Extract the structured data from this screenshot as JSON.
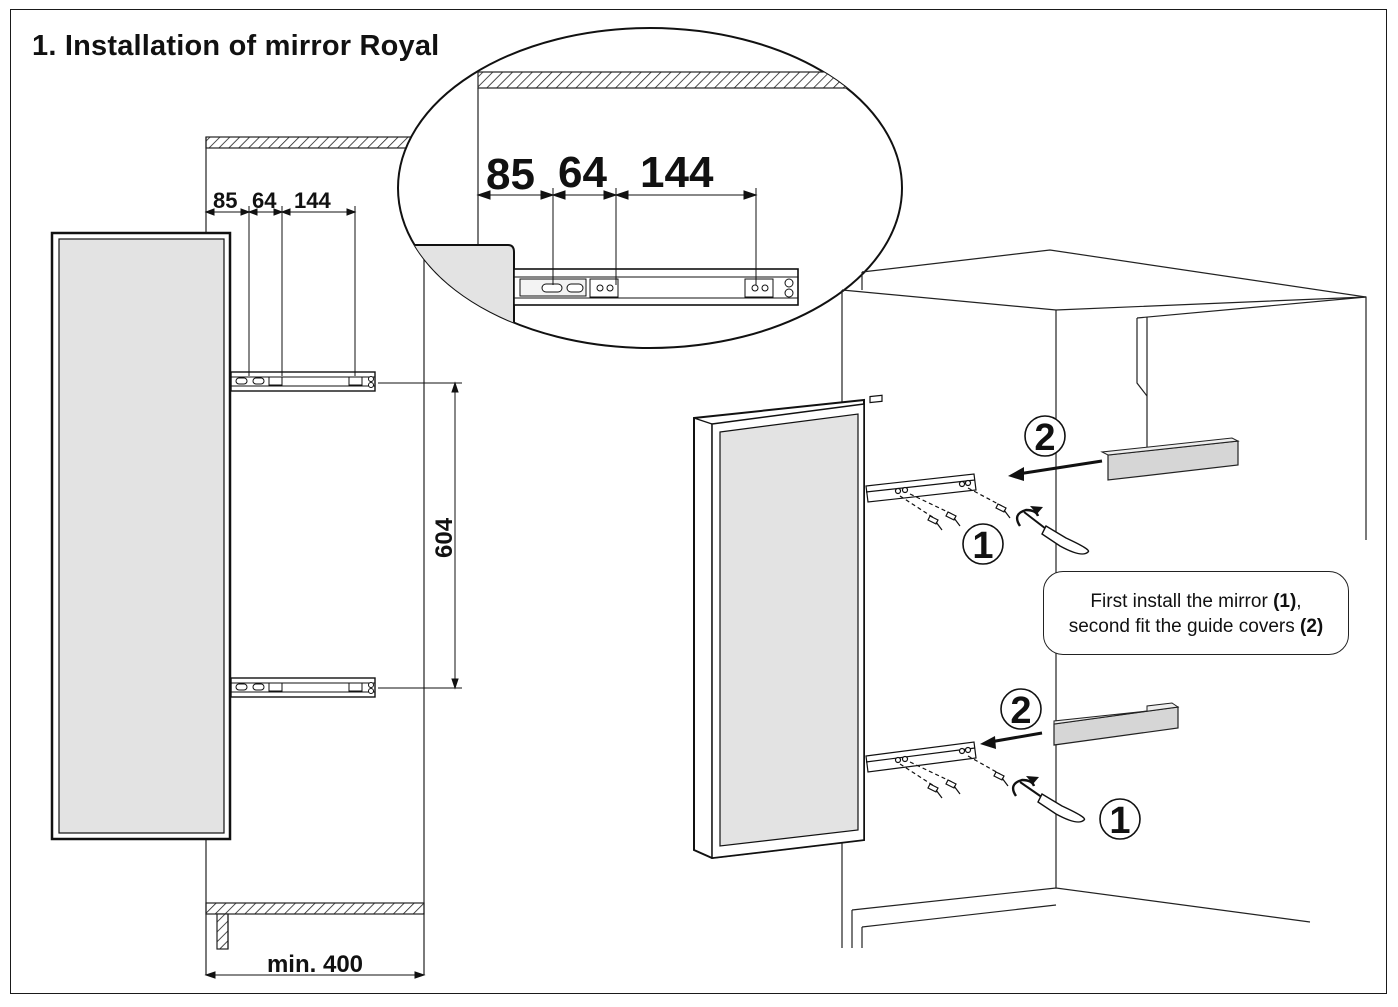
{
  "title": "1. Installation of mirror Royal",
  "callout": {
    "line1_prefix": "First install the mirror ",
    "line1_ref": "(1)",
    "line1_suffix": ",",
    "line2_prefix": "second fit the guide covers ",
    "line2_ref": "(2)"
  },
  "dimensions": {
    "offset_1": "85",
    "offset_2": "64",
    "offset_3": "144",
    "vertical_spacing": "604",
    "min_width": "min. 400"
  },
  "steps": {
    "install_mirror": "1",
    "fit_guide_cover": "2"
  }
}
